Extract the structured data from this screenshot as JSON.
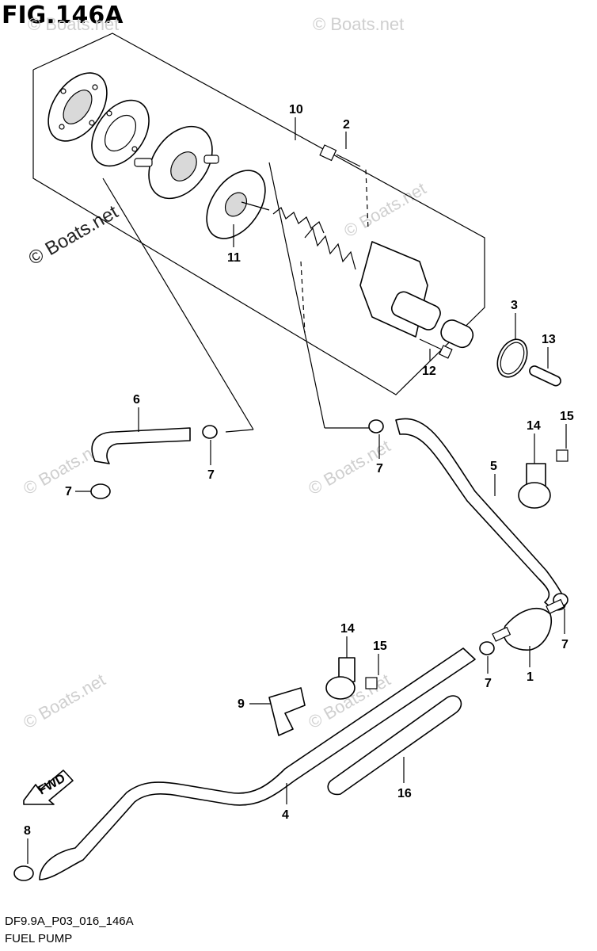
{
  "figure": {
    "title": "FIG.146A",
    "code": "DF9.9A_P03_016_146A",
    "caption": "FUEL PUMP",
    "watermark": "© Boats.net",
    "watermark_main": "© Boats.net"
  },
  "callouts": [
    {
      "id": "c1",
      "label": "1"
    },
    {
      "id": "c2",
      "label": "2"
    },
    {
      "id": "c3",
      "label": "3"
    },
    {
      "id": "c4",
      "label": "4"
    },
    {
      "id": "c5",
      "label": "5"
    },
    {
      "id": "c6",
      "label": "6"
    },
    {
      "id": "c7a",
      "label": "7"
    },
    {
      "id": "c7b",
      "label": "7"
    },
    {
      "id": "c7c",
      "label": "7"
    },
    {
      "id": "c7d",
      "label": "7"
    },
    {
      "id": "c7e",
      "label": "7"
    },
    {
      "id": "c8",
      "label": "8"
    },
    {
      "id": "c9",
      "label": "9"
    },
    {
      "id": "c10",
      "label": "10"
    },
    {
      "id": "c11",
      "label": "11"
    },
    {
      "id": "c12",
      "label": "12"
    },
    {
      "id": "c13",
      "label": "13"
    },
    {
      "id": "c14a",
      "label": "14"
    },
    {
      "id": "c14b",
      "label": "14"
    },
    {
      "id": "c15a",
      "label": "15"
    },
    {
      "id": "c15b",
      "label": "15"
    },
    {
      "id": "c16",
      "label": "16"
    }
  ],
  "fwd_arrow": {
    "label": "FWD"
  },
  "colors": {
    "line": "#000000",
    "watermark": "#cfcfcf",
    "background": "#ffffff"
  }
}
